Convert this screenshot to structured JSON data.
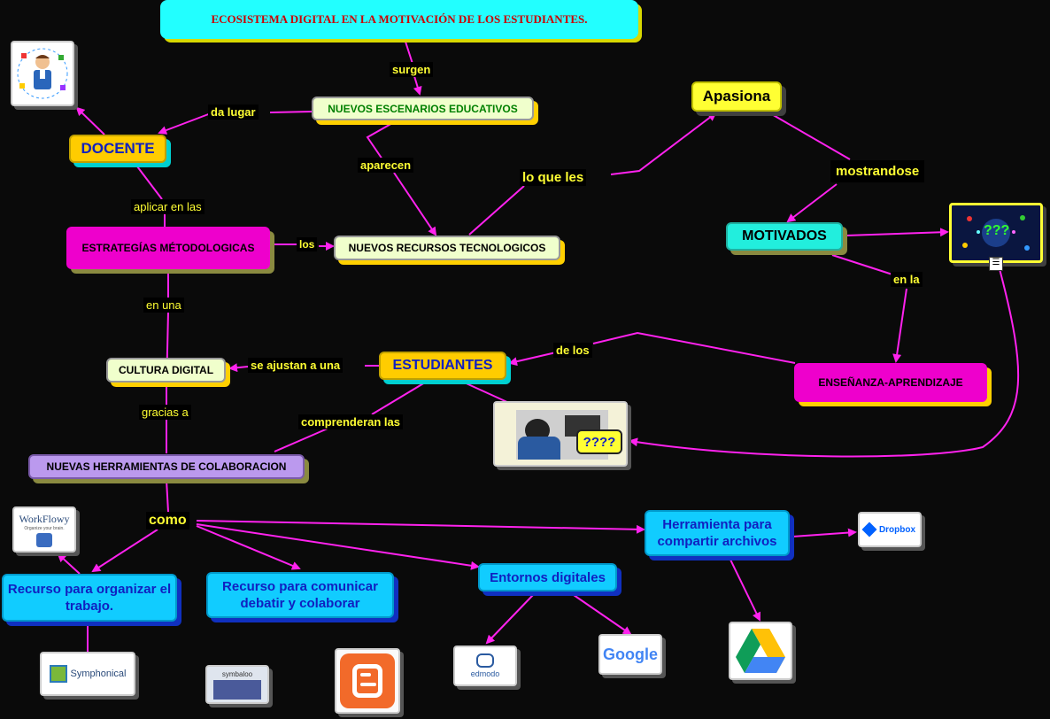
{
  "title": "ECOSISTEMA DIGITAL EN LA MOTIVACIÓN DE LOS ESTUDIANTES.",
  "nodes": {
    "nuevos_escenarios": "NUEVOS ESCENARIOS EDUCATIVOS",
    "docente": "DOCENTE",
    "estrategias": "ESTRATEGÍAS MÉTODOLOGICAS",
    "nuevos_recursos": "NUEVOS RECURSOS TECNOLOGICOS",
    "cultura_digital": "CULTURA DIGITAL",
    "estudiantes": "ESTUDIANTES",
    "nuevas_herramientas": "NUEVAS HERRAMIENTAS DE COLABORACION",
    "apasiona": "Apasiona",
    "motivados": "MOTIVADOS",
    "ensenanza": "ENSEÑANZA-APRENDIZAJE",
    "recurso_organizar": "Recurso para organizar el trabajo.",
    "recurso_comunicar": "Recurso para comunicar debatir y colaborar",
    "entornos": "Entornos digitales",
    "herramienta_compartir": "Herramienta para compartir archivos"
  },
  "links": {
    "surgen": "surgen",
    "da_lugar": "da lugar",
    "aparecen": "aparecen",
    "aplicar": "aplicar en las",
    "los": "los",
    "lo_que_les": "lo que les",
    "mostrandose": "mostrandose",
    "en_la": "en la",
    "en_una": "en una",
    "se_ajustan": "se ajustan a una",
    "de_los": "de los",
    "gracias_a": "gracias a",
    "comprenderan": "comprenderan las",
    "como": "como"
  },
  "images": {
    "question_marks": "????",
    "question_marks_small": "???",
    "workflowy": "WorkFlowy",
    "workflowy_sub": "Organize your brain.",
    "symphonical": "Symphonical",
    "symbaloo": "symbaloo",
    "edmodo": "edmodo",
    "google": "Google",
    "dropbox": "Dropbox"
  },
  "colors": {
    "link": "#ff22ee",
    "label": "#ffff33",
    "title_bg": "#22ffff",
    "title_text": "#cc0000"
  }
}
